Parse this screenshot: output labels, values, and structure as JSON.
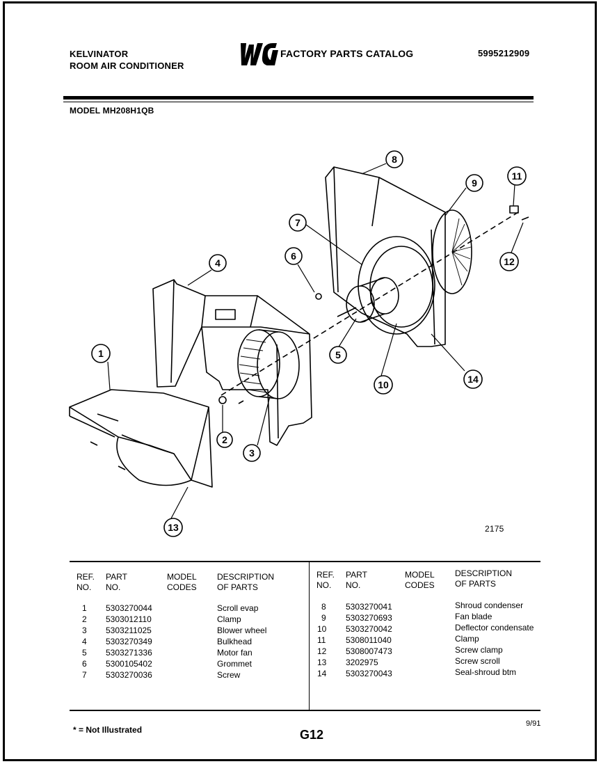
{
  "header": {
    "brand_line1": "KELVINATOR",
    "brand_line2": "ROOM AIR CONDITIONER",
    "logo_text": "WCI",
    "catalog_title": "FACTORY PARTS CATALOG",
    "doc_number": "5995212909",
    "model_label": "MODEL MH208H1QB"
  },
  "diagram": {
    "figure_number": "2175",
    "callouts": [
      "1",
      "2",
      "3",
      "4",
      "5",
      "6",
      "7",
      "8",
      "9",
      "10",
      "11",
      "12",
      "13",
      "14"
    ]
  },
  "table": {
    "headers": {
      "ref": [
        "REF.",
        "NO."
      ],
      "part": [
        "PART",
        "NO."
      ],
      "model": [
        "MODEL",
        "CODES"
      ],
      "desc": [
        "DESCRIPTION",
        "OF PARTS"
      ]
    },
    "left_rows": [
      {
        "ref": "1",
        "part": "5303270044",
        "codes": "",
        "desc": "Scroll evap"
      },
      {
        "ref": "2",
        "part": "5303012110",
        "codes": "",
        "desc": "Clamp"
      },
      {
        "ref": "3",
        "part": "5303211025",
        "codes": "",
        "desc": "Blower wheel"
      },
      {
        "ref": "4",
        "part": "5303270349",
        "codes": "",
        "desc": "Bulkhead"
      },
      {
        "ref": "5",
        "part": "5303271336",
        "codes": "",
        "desc": "Motor fan"
      },
      {
        "ref": "6",
        "part": "5300105402",
        "codes": "",
        "desc": "Grommet"
      },
      {
        "ref": "7",
        "part": "5303270036",
        "codes": "",
        "desc": "Screw"
      }
    ],
    "right_rows": [
      {
        "ref": "8",
        "part": "5303270041",
        "codes": "",
        "desc": "Shroud condenser"
      },
      {
        "ref": "9",
        "part": "5303270693",
        "codes": "",
        "desc": "Fan blade"
      },
      {
        "ref": "10",
        "part": "5303270042",
        "codes": "",
        "desc": "Deflector condensate"
      },
      {
        "ref": "11",
        "part": "5308011040",
        "codes": "",
        "desc": "Clamp"
      },
      {
        "ref": "12",
        "part": "5308007473",
        "codes": "",
        "desc": "Screw clamp"
      },
      {
        "ref": "13",
        "part": "3202975",
        "codes": "",
        "desc": "Screw scroll"
      },
      {
        "ref": "14",
        "part": "5303270043",
        "codes": "",
        "desc": "Seal-shroud btm"
      }
    ]
  },
  "footer": {
    "note": "* = Not Illustrated",
    "page": "G12",
    "date": "9/91"
  }
}
